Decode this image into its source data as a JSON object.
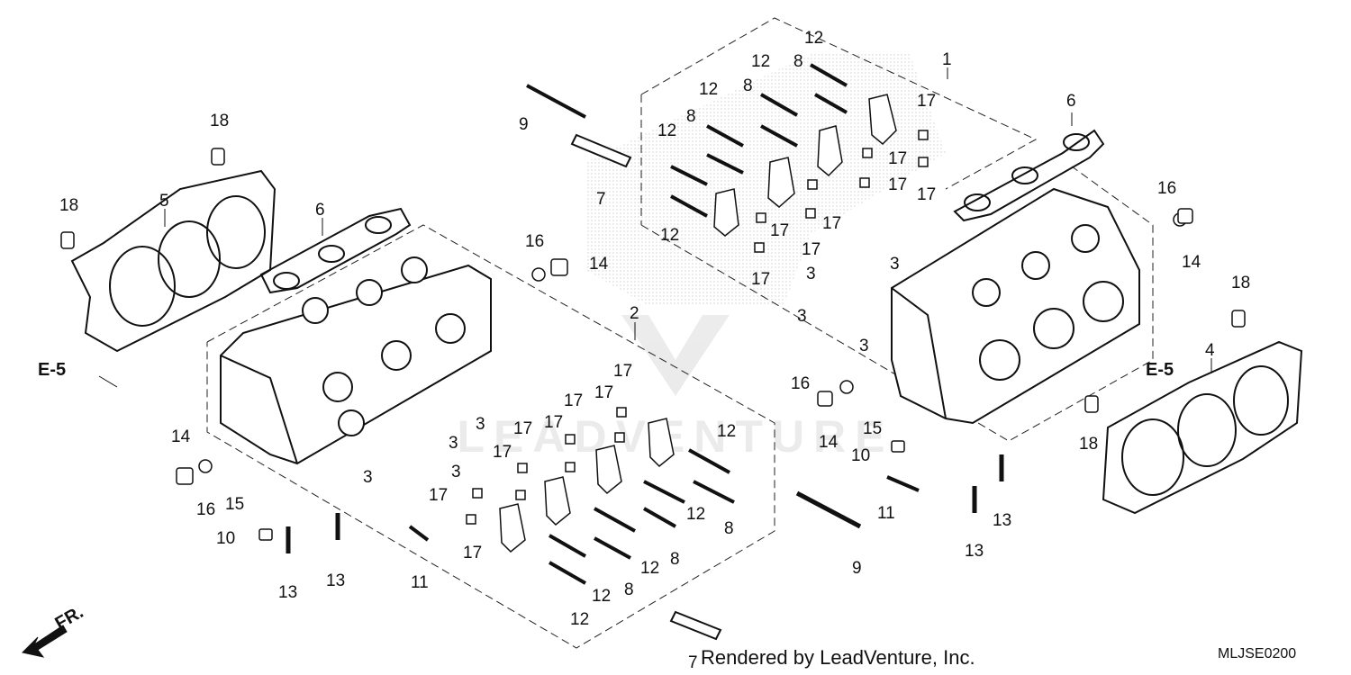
{
  "diagram": {
    "labels": {
      "n1": "1",
      "n2": "2",
      "n3": "3",
      "n4": "4",
      "n5": "5",
      "n6": "6",
      "n7": "7",
      "n8": "8",
      "n9": "9",
      "n10": "10",
      "n11": "11",
      "n12": "12",
      "n13": "13",
      "n14": "14",
      "n15": "15",
      "n16": "16",
      "n17": "17",
      "n18": "18"
    },
    "ref_left": "E-5",
    "ref_right": "E-5",
    "front_label": "FR.",
    "credit": "Rendered by LeadVenture, Inc.",
    "diagram_code": "MLJSE0200",
    "watermark": "LEADVENTURE"
  }
}
